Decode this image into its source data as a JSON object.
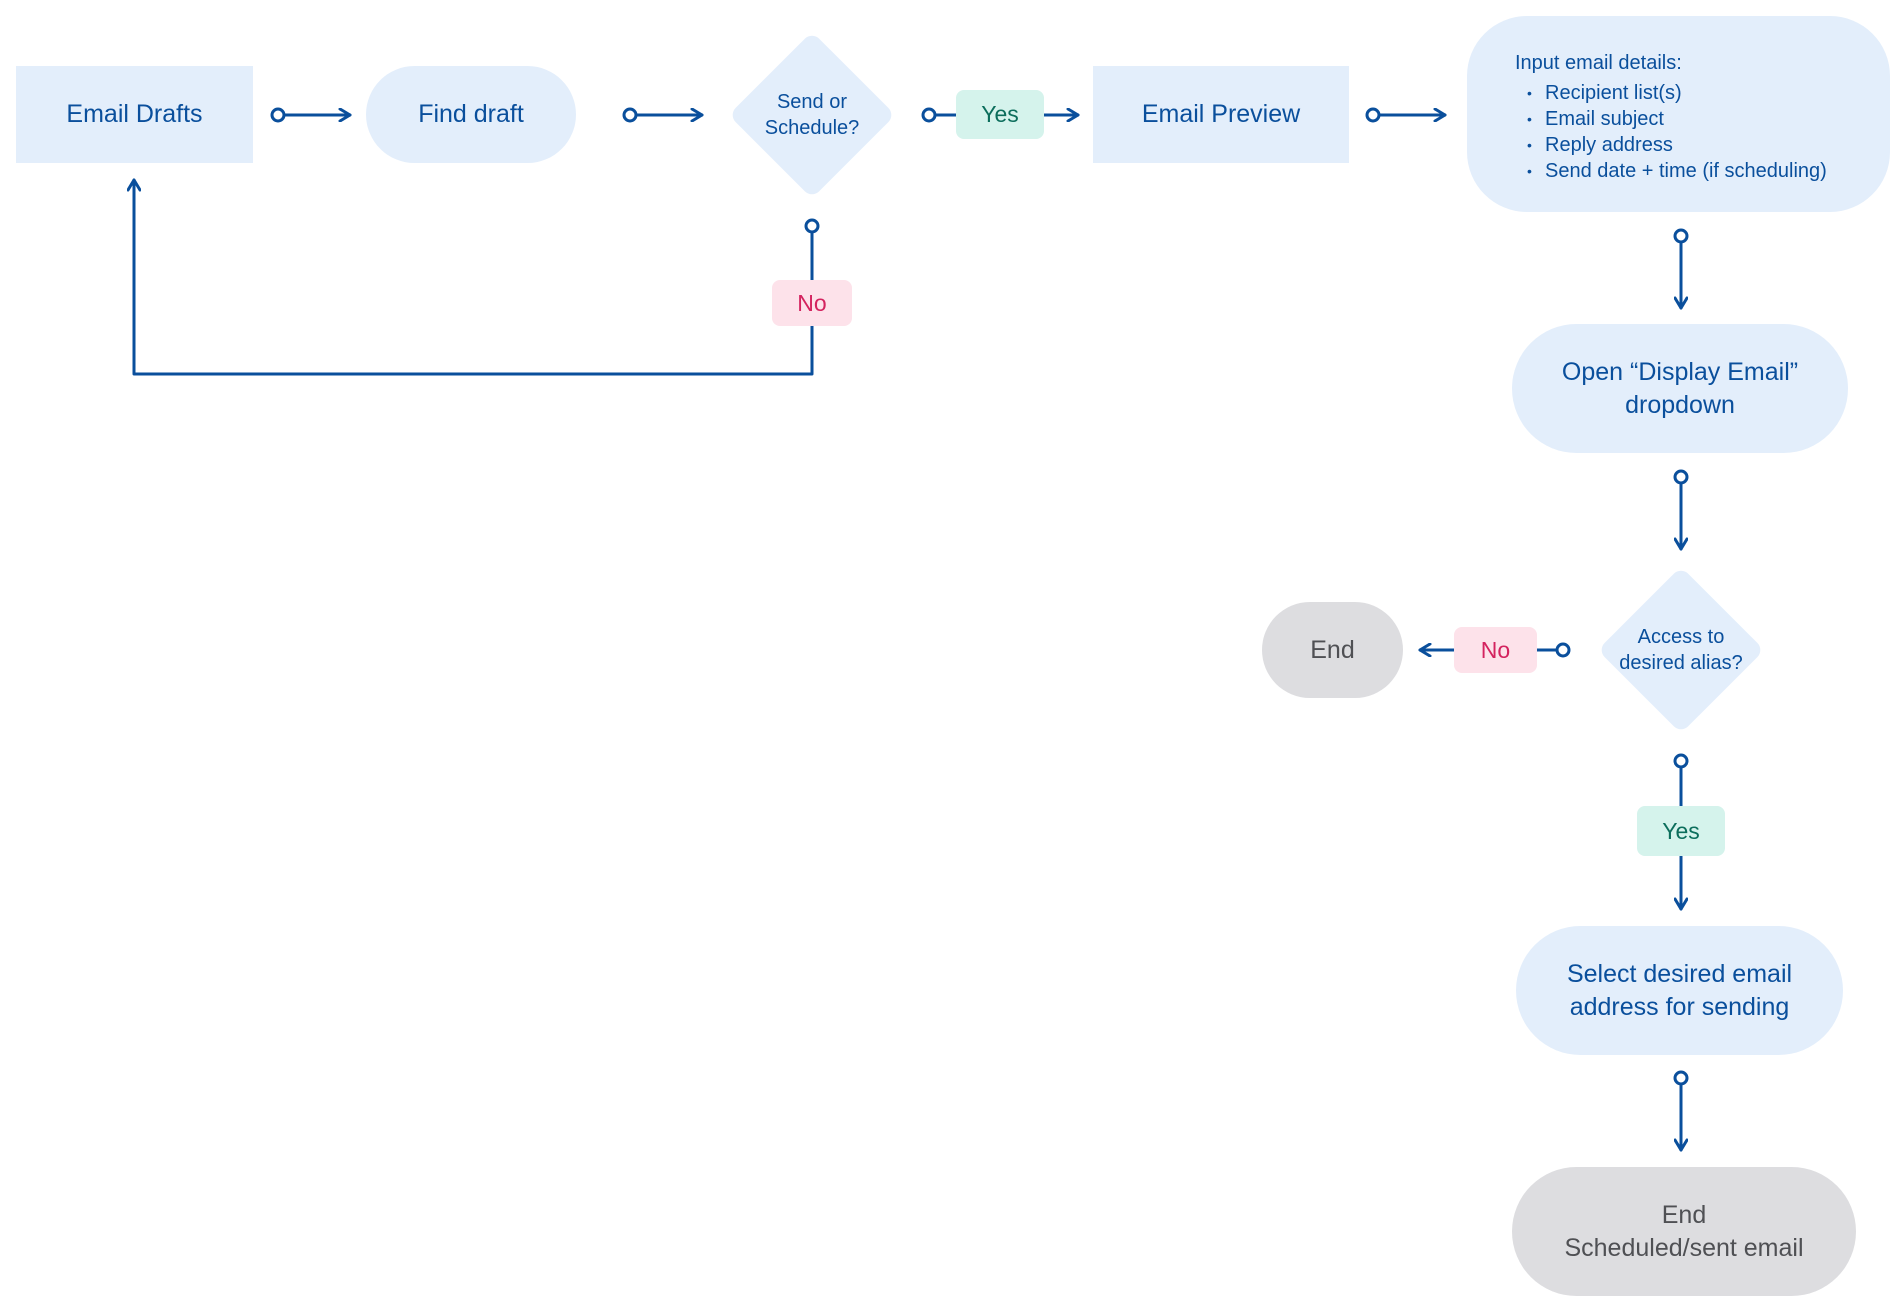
{
  "nodes": {
    "email_drafts": "Email Drafts",
    "find_draft": "Find draft",
    "send_or_schedule": "Send or\nSchedule?",
    "email_preview": "Email Preview",
    "input_details": {
      "heading": "Input email details:",
      "items": [
        "Recipient list(s)",
        "Email subject",
        "Reply address",
        "Send date + time (if scheduling)"
      ]
    },
    "open_display_email": "Open “Display Email”\ndropdown",
    "access_alias": "Access to\ndesired alias?",
    "end_no_access": "End",
    "select_email": "Select desired email\naddress for sending",
    "end_final": "End\nScheduled/sent email"
  },
  "edges": {
    "yes_label": "Yes",
    "no_label": "No"
  },
  "colors": {
    "arrow": "#0a4f9c",
    "node_fill": "#e3eefb",
    "end_fill": "#dddde0",
    "yes_fill": "#d5f3ec",
    "no_fill": "#fde2ea"
  }
}
